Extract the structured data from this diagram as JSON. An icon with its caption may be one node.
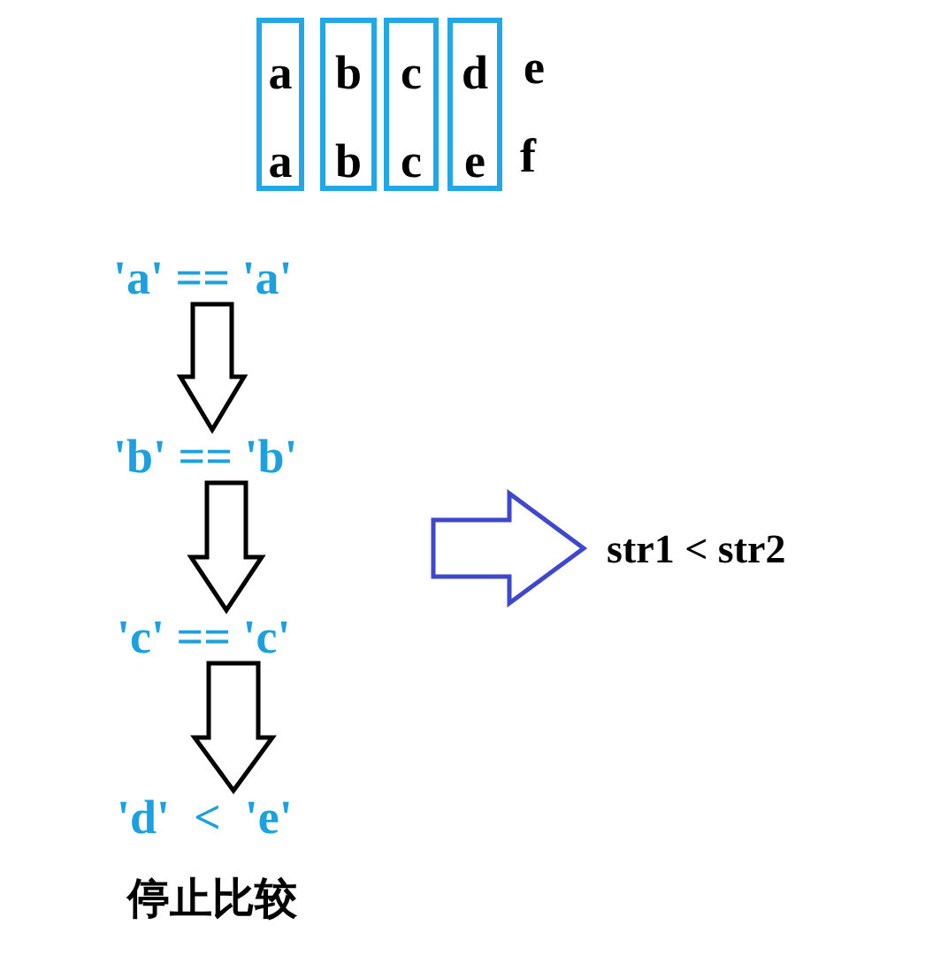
{
  "diagram": {
    "nodes": [
      {
        "text": [
          "a",
          "a"
        ]
      },
      {
        "text": [
          "b",
          "b"
        ]
      },
      {
        "text": [
          "c",
          "c"
        ]
      },
      {
        "text": [
          "d",
          "e"
        ]
      },
      {
        "text": [
          "'a' == 'a'"
        ]
      },
      {
        "text": [
          "'b' == 'b'"
        ]
      },
      {
        "text": [
          "'c' == 'c'"
        ]
      },
      {
        "text": [
          "'d'  <  'e'"
        ]
      },
      {
        "text": [
          "str1 < str2"
        ]
      }
    ],
    "edges": [
      {
        "from": 4,
        "to": 5,
        "arrow": "to"
      },
      {
        "from": 5,
        "to": 6,
        "arrow": "to"
      },
      {
        "from": 6,
        "to": 7,
        "arrow": "to"
      },
      {
        "from": null,
        "to": 8,
        "arrow": "to",
        "color": "#3f48cc"
      }
    ],
    "labels": [
      "e",
      "f",
      "停止比较"
    ]
  }
}
